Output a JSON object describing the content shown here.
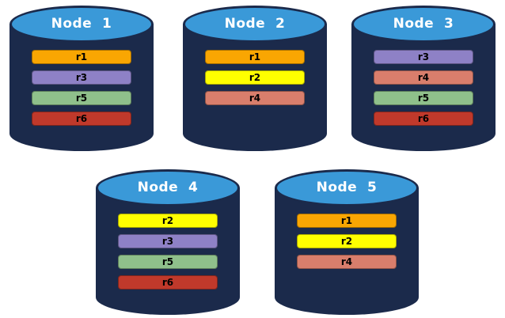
{
  "diagram": {
    "kind": "replica-placement-across-database-nodes",
    "colors": {
      "canvas_background": "#FFFFFF",
      "cylinder_body": "#1B2A4B",
      "cylinder_top_ellipse": "#3A99D8",
      "title_text": "#FFFFFF",
      "bar_label_text": "#000000"
    },
    "replica_colors": {
      "r1": "#F9A602",
      "r2": "#FFFF00",
      "r3": "#8E81C6",
      "r4": "#D97E6C",
      "r5": "#8FC08B",
      "r6": "#C0392B"
    },
    "nodes": [
      {
        "title": "Node  1",
        "replicas": [
          "r1",
          "r3",
          "r5",
          "r6"
        ]
      },
      {
        "title": "Node  2",
        "replicas": [
          "r1",
          "r2",
          "r4"
        ]
      },
      {
        "title": "Node  3",
        "replicas": [
          "r3",
          "r4",
          "r5",
          "r6"
        ]
      },
      {
        "title": "Node  4",
        "replicas": [
          "r2",
          "r3",
          "r5",
          "r6"
        ]
      },
      {
        "title": "Node  5",
        "replicas": [
          "r1",
          "r2",
          "r4"
        ]
      }
    ]
  }
}
